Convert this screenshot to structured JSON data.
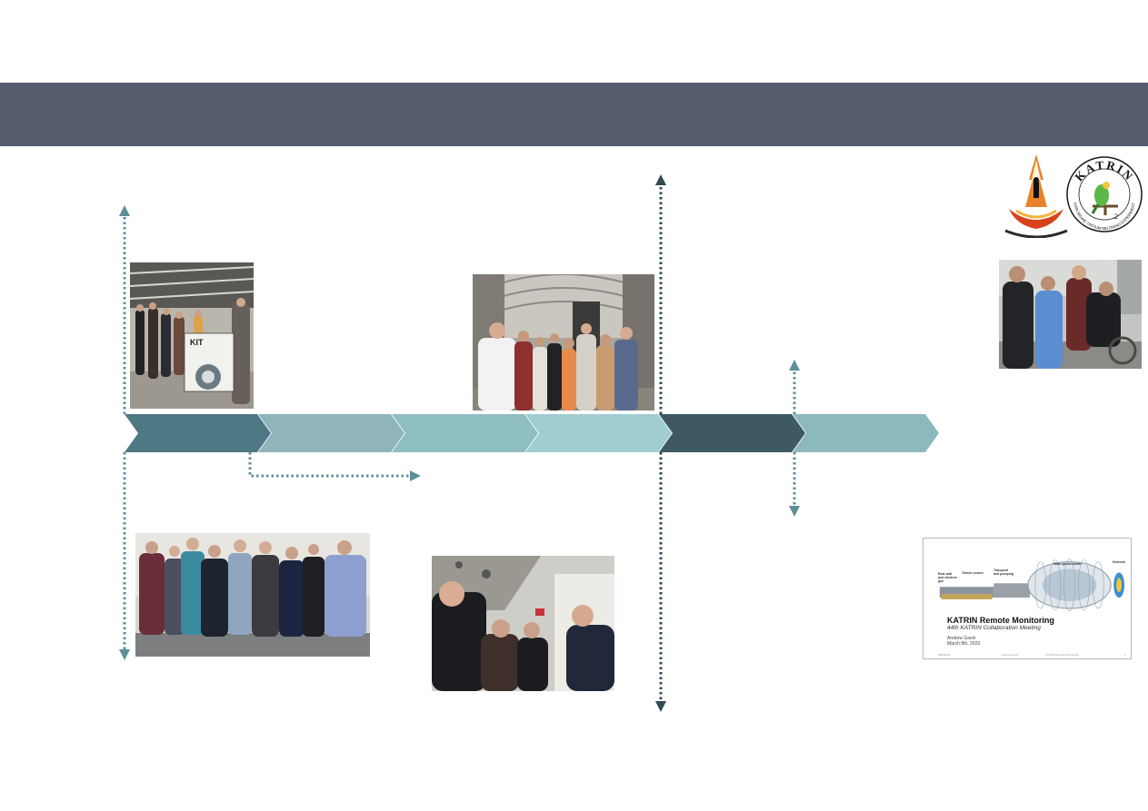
{
  "colors": {
    "header": "#565c6e",
    "chevron1": "#4f7885",
    "chevron2": "#8fb4bb",
    "chevron3": "#8ebdc2",
    "chevron4": "#9fcdd2",
    "chevron5": "#3e5963",
    "chevron6": "#8cb9bd",
    "connector_light": "#5f8f9a",
    "connector_dark": "#2f4a55"
  },
  "timeline": {
    "stage_count": 6
  },
  "logos": {
    "university": "university-seal-icon",
    "katrin_text": "KATRIN",
    "katrin_ring": "KARLSRUHE TRITIUM NEUTRINO EXPERIMENT"
  },
  "photos": {
    "kit_visit": {
      "sign_text": "KIT"
    }
  },
  "slide": {
    "title": "KATRIN Remote Monitoring",
    "subtitle": "44th  KATRIN Collaboration Meeting",
    "author": "Andrew Gavin",
    "date": "March 8th, 2023",
    "labels": {
      "rear_wall": "Rear wall and electron gun",
      "tritium": "Tritium source",
      "transport": "Transport and pumping",
      "main_spec": "Main spectrometer",
      "detector": "Detector"
    },
    "footer_left": "08/3/2023",
    "footer_mid": "Andrew Gavin",
    "footer_right": "KATRIN Remote Monitoring",
    "page": "1"
  }
}
